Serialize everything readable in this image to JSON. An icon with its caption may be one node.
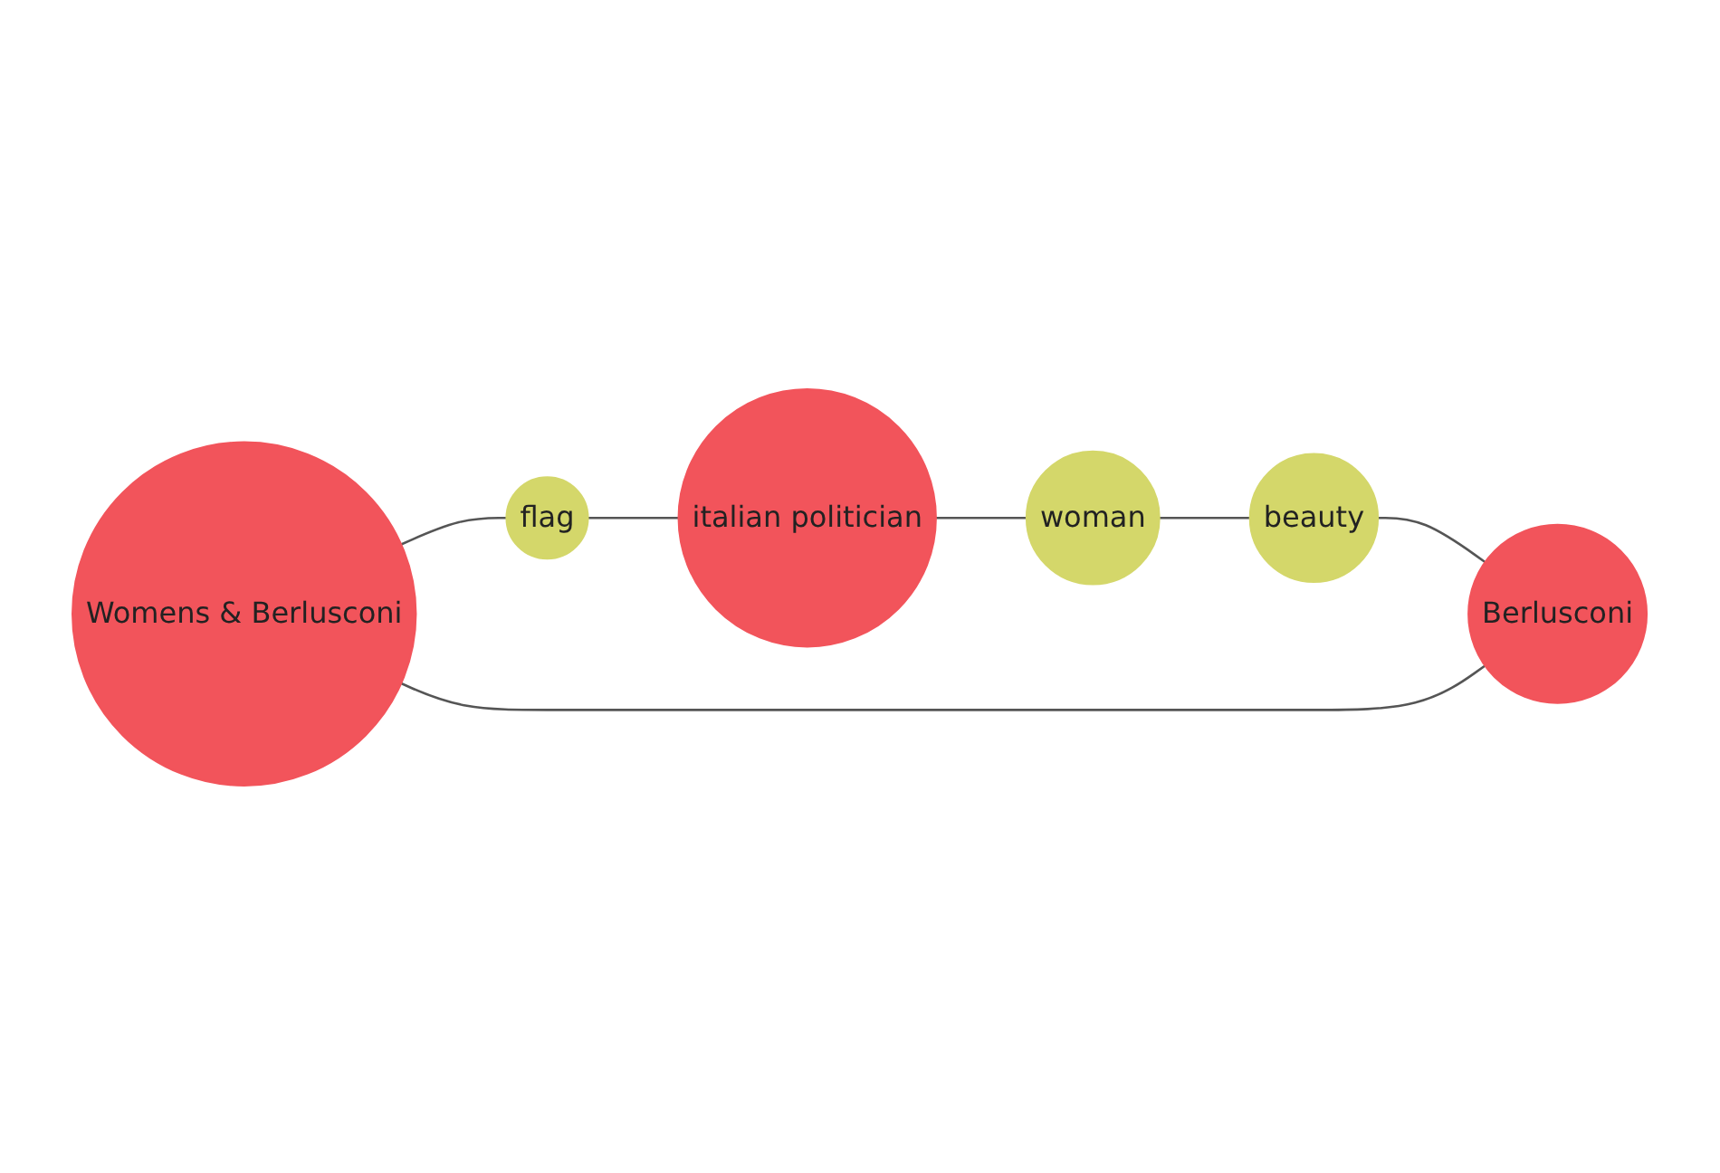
{
  "diagram": {
    "nodes": [
      {
        "text": [
          "Womens & Berlusconi"
        ]
      },
      {
        "text": [
          "flag"
        ]
      },
      {
        "text": [
          "italian politician"
        ]
      },
      {
        "text": [
          "woman"
        ]
      },
      {
        "text": [
          "beauty"
        ]
      },
      {
        "text": [
          "Berlusconi"
        ]
      }
    ],
    "edges": [
      {
        "from": 0,
        "to": 1,
        "arrow": "none"
      },
      {
        "from": 1,
        "to": 2,
        "arrow": "none"
      },
      {
        "from": 2,
        "to": 3,
        "arrow": "none"
      },
      {
        "from": 3,
        "to": 4,
        "arrow": "none"
      },
      {
        "from": 4,
        "to": 5,
        "arrow": "none"
      },
      {
        "from": 5,
        "to": 0,
        "arrow": "none"
      }
    ]
  }
}
